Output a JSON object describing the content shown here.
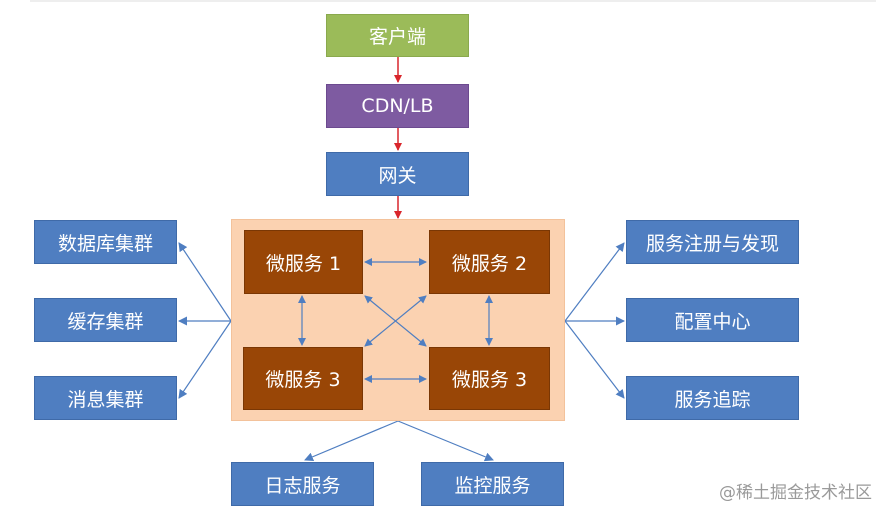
{
  "nodes": {
    "client": "客户端",
    "cdn_lb": "CDN/LB",
    "gateway": "网关",
    "microservices": [
      "微服务 1",
      "微服务 2",
      "微服务 3",
      "微服务 3"
    ],
    "left": [
      "数据库集群",
      "缓存集群",
      "消息集群"
    ],
    "right": [
      "服务注册与发现",
      "配置中心",
      "服务追踪"
    ],
    "bottom": [
      "日志服务",
      "监控服务"
    ]
  },
  "colors": {
    "client": "#9bbb59",
    "cdn_lb": "#7e5ba1",
    "service_box": "#4f7ec1",
    "microservice": "#994606",
    "cluster_bg": "#fbd2b1",
    "red_arrow": "#d9262c",
    "blue_arrow": "#4f7ec1"
  },
  "watermark": "@稀土掘金技术社区"
}
